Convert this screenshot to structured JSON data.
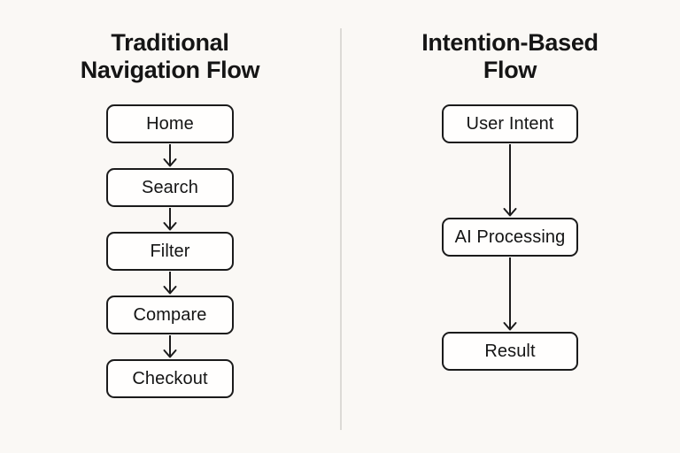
{
  "page": {
    "background_color": "#faf8f5",
    "divider_color": "#dcdad6",
    "node_border_color": "#1b1b1b",
    "node_fill_color": "#fffefd",
    "text_color": "#151515"
  },
  "left_flow": {
    "title_line1": "Traditional",
    "title_line2": "Navigation Flow",
    "steps": [
      "Home",
      "Search",
      "Filter",
      "Compare",
      "Checkout"
    ]
  },
  "right_flow": {
    "title_line1": "Intention-Based",
    "title_line2": "Flow",
    "steps": [
      "User Intent",
      "AI Processing",
      "Result"
    ]
  }
}
